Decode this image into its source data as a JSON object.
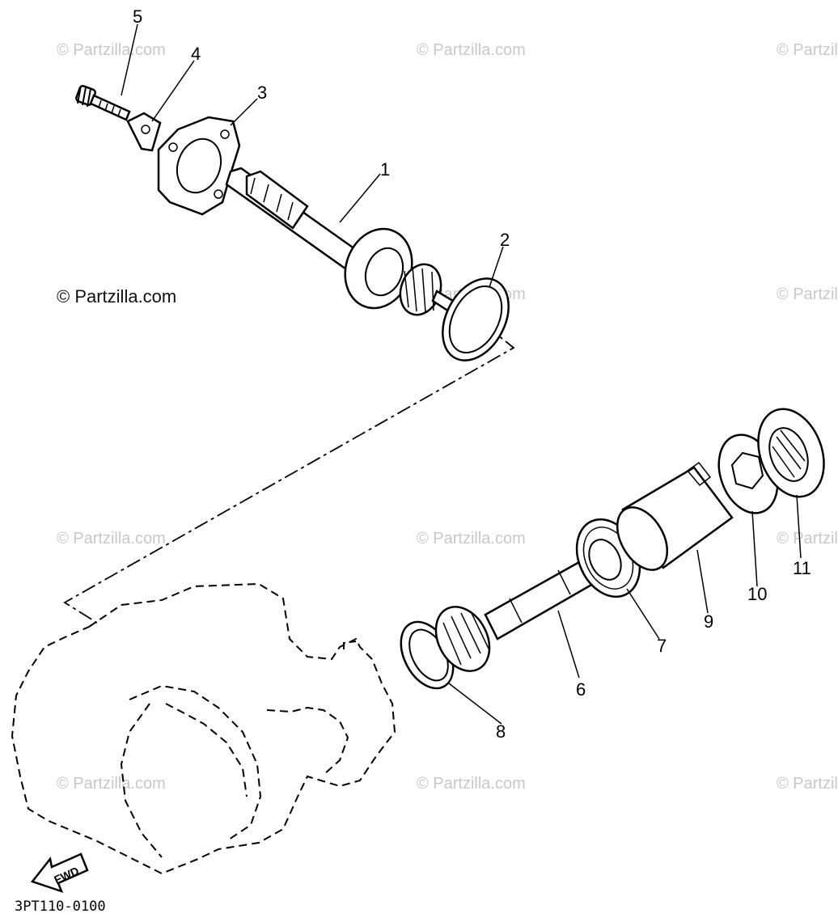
{
  "watermark_text": "© Partzilla.com",
  "credit": "© Partzilla.com",
  "diagram_code": "3PT110-0100",
  "fwd_label": "FWD",
  "callouts": {
    "c1": "1",
    "c2": "2",
    "c3": "3",
    "c4": "4",
    "c5": "5",
    "c6": "6",
    "c7": "7",
    "c8": "8",
    "c9": "9",
    "c10": "10",
    "c11": "11"
  }
}
